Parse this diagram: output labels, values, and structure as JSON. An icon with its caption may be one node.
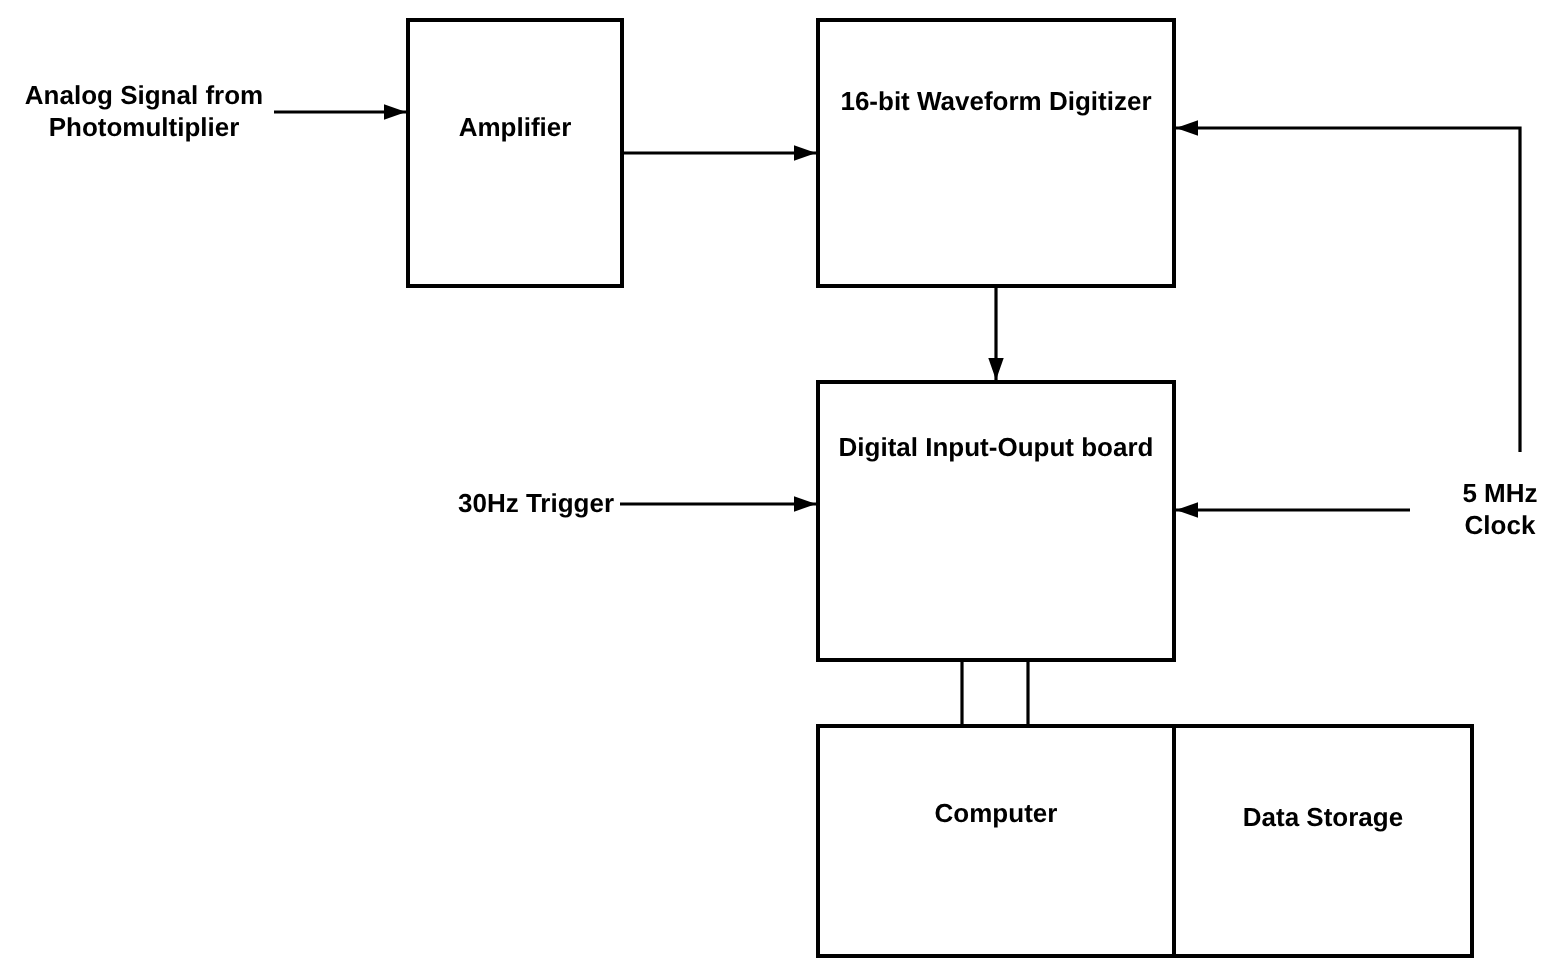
{
  "diagram": {
    "nodes": [
      {
        "text": [
          "Analog Signal from Photomultiplier"
        ]
      },
      {
        "text": [
          "Amplifier"
        ]
      },
      {
        "text": [
          "16-bit Waveform Digitizer"
        ]
      },
      {
        "text": [
          "30Hz Trigger"
        ]
      },
      {
        "text": [
          "Digital Input-Ouput board"
        ]
      },
      {
        "text": [
          "5 MHz Clock"
        ]
      },
      {
        "text": [
          "Computer"
        ]
      },
      {
        "text": [
          "Data Storage"
        ]
      }
    ],
    "edges": [
      {
        "from": 0,
        "to": 1,
        "arrow": "to"
      },
      {
        "from": 1,
        "to": 2,
        "arrow": "to"
      },
      {
        "from": 5,
        "to": 2,
        "arrow": "to"
      },
      {
        "from": 2,
        "to": 4,
        "arrow": "to"
      },
      {
        "from": 3,
        "to": 4,
        "arrow": "to"
      },
      {
        "from": 5,
        "to": 4,
        "arrow": "to"
      },
      {
        "from": 4,
        "to": 6,
        "arrow": "none"
      },
      {
        "from": 4,
        "to": 6,
        "arrow": "none"
      }
    ]
  }
}
